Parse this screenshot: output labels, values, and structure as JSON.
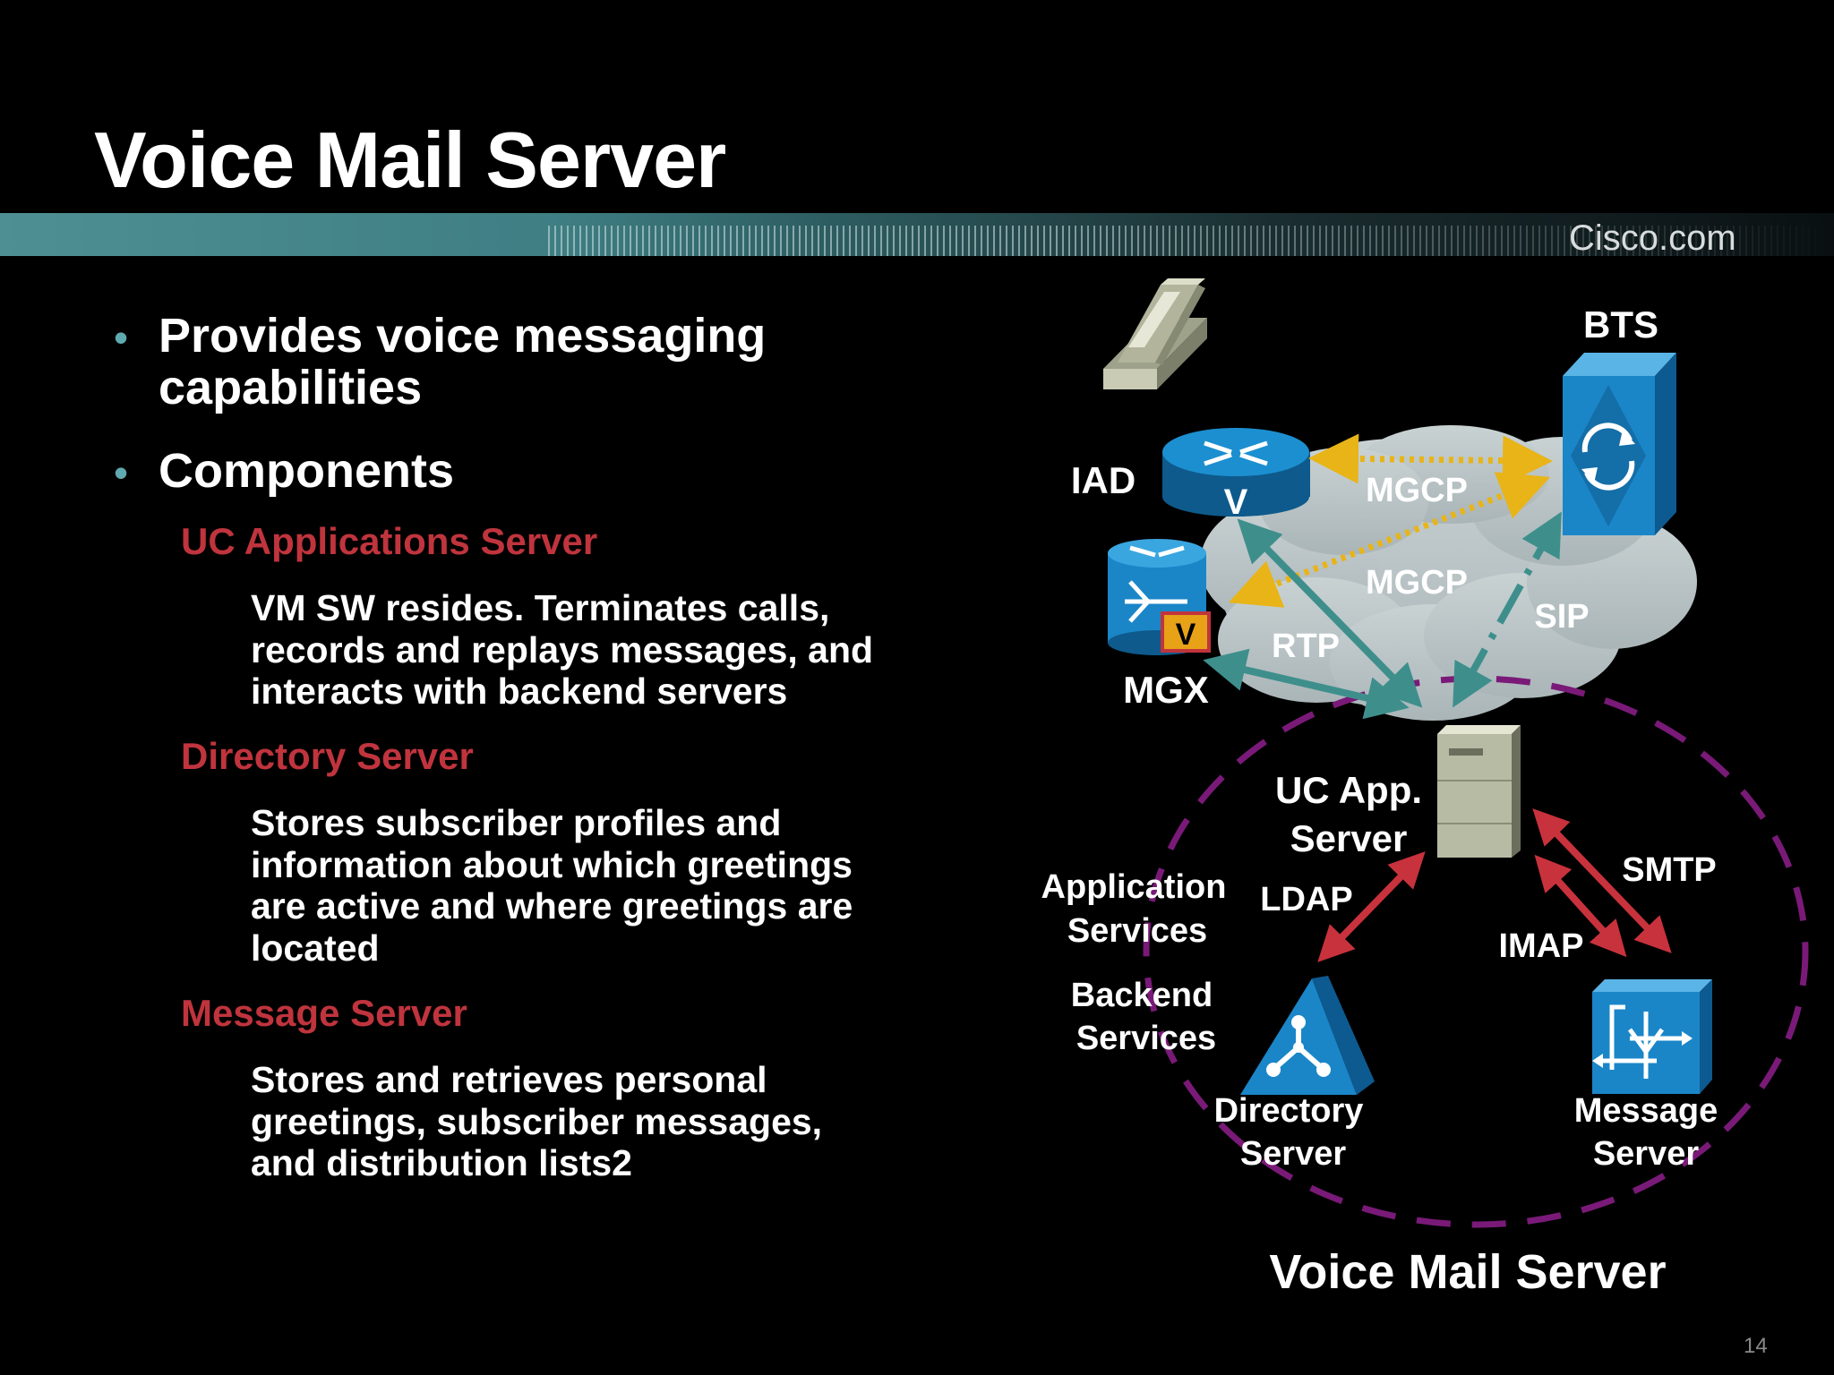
{
  "slide": {
    "title": "Voice Mail Server",
    "brand": "Cisco.com",
    "page_number": "14"
  },
  "bullets": [
    {
      "line1": "Provides voice messaging",
      "line2": "capabilities"
    },
    {
      "line1": "Components"
    }
  ],
  "components": [
    {
      "heading": "UC Applications Server",
      "lines": [
        "VM SW resides. Terminates calls,",
        "records and replays messages, and",
        "interacts with backend servers"
      ]
    },
    {
      "heading": "Directory Server",
      "lines": [
        "Stores subscriber profiles and",
        "information about which greetings",
        "are active and where greetings are",
        "located"
      ]
    },
    {
      "heading": "Message Server",
      "lines": [
        "Stores and retrieves personal",
        "greetings, subscriber messages,",
        "and distribution lists2"
      ]
    }
  ],
  "diagram": {
    "nodes": {
      "bts": "BTS",
      "iad": "IAD",
      "mgx": "MGX",
      "mgx_badge": "V",
      "iad_badge": "V",
      "uc_app_line1": "UC App.",
      "uc_app_line2": "Server",
      "directory_line1": "Directory",
      "directory_line2": "Server",
      "message_line1": "Message",
      "message_line2": "Server"
    },
    "protocols": {
      "mgcp_top": "MGCP",
      "mgcp_mid": "MGCP",
      "sip": "SIP",
      "rtp": "RTP",
      "ldap": "LDAP",
      "smtp": "SMTP",
      "imap": "IMAP"
    },
    "groups": {
      "app_services_line1": "Application",
      "app_services_line2": "Services",
      "backend_line1": "Backend",
      "backend_line2": "Services"
    },
    "caption": "Voice Mail Server",
    "colors": {
      "mgcp_arrow": "#e8b417",
      "teal_arrow": "#3e8f8c",
      "red_arrow": "#c8323c",
      "dashed_circle": "#7a1a78",
      "device_blue": "#1a86c8",
      "cloud": "#b9c3c5"
    }
  }
}
